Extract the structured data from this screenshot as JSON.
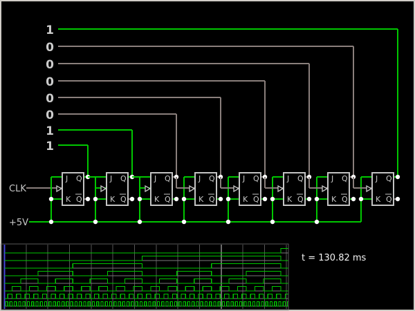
{
  "app": {
    "type": "circuit-simulator",
    "description": "8-bit JK flip-flop ripple counter with scope"
  },
  "colors": {
    "high_wire": "#00c800",
    "low_wire": "#8a7f7c",
    "post_dot": "#ffffff",
    "component": "#c4c4c4",
    "label_text": "#c8c8c8",
    "digit_text": "#cccccc",
    "time_text": "#f5f5f5",
    "scope_grid": "#565656",
    "scope_marker": "#d9d9d9",
    "scope_zero_line": "#7a7a7a",
    "scope_cursor": "#4646dd",
    "scope_border": "#5a5a5a",
    "window_border": "#d0cdc7",
    "background": "#000000"
  },
  "schematic": {
    "clk_label": "CLK",
    "vcc_label": "+5V",
    "output_bits_top_to_bottom": [
      "1",
      "0",
      "0",
      "0",
      "0",
      "0",
      "1",
      "1"
    ],
    "ff_states_q1_to_q8": [
      1,
      1,
      0,
      0,
      0,
      0,
      0,
      1
    ],
    "ff_count": 8,
    "ff_labels": {
      "j": "J",
      "q": "Q",
      "k": "K",
      "qbar": "Q"
    },
    "count_value_binary": "10000011"
  },
  "scope": {
    "time_label": "t = 130.82 ms",
    "t_end_ms": 130.82,
    "clock_period_ms": 1,
    "grid_spacing_ms": 10,
    "marker_gridline_ms": 100,
    "traces_bit_order_top_to_bottom": [
      7,
      6,
      5,
      4,
      3,
      2,
      1,
      0
    ],
    "trace_type": "square-wave binary divide chain"
  }
}
